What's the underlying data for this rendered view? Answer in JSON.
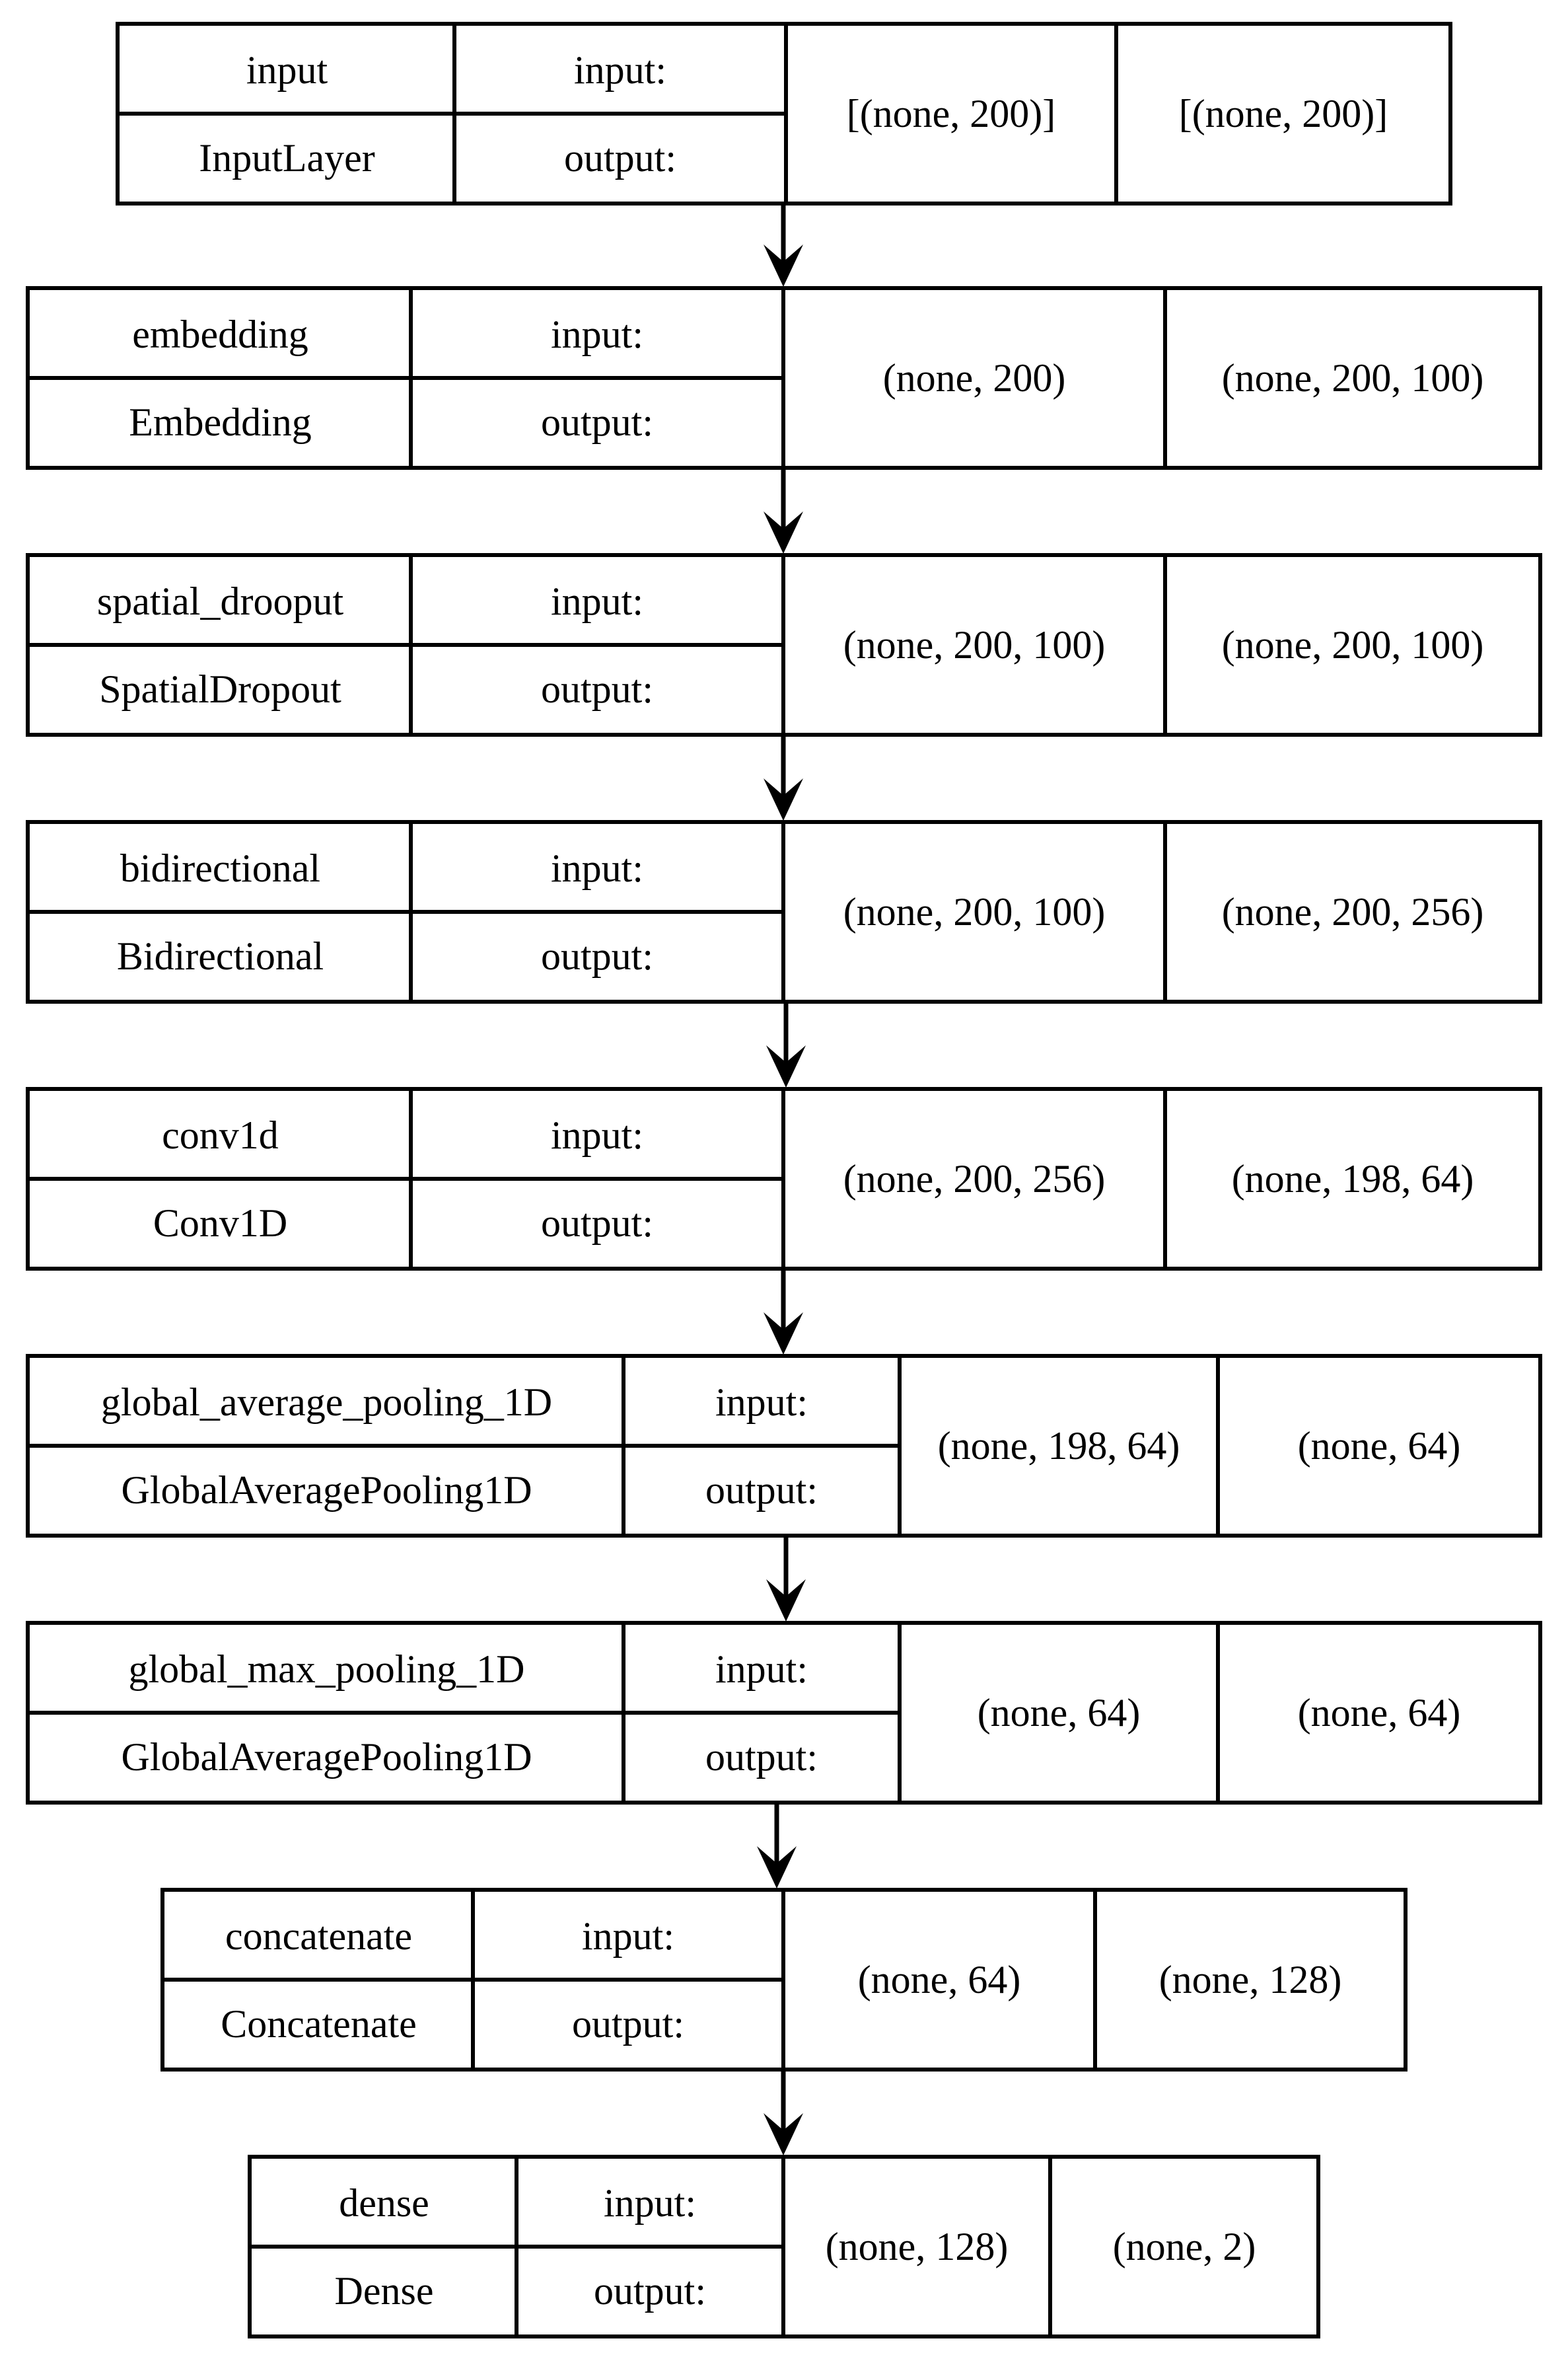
{
  "layers": [
    {
      "name": "input",
      "type": "InputLayer",
      "input_label": "input:",
      "output_label": "output:",
      "input_shape": "[(none, 200)]",
      "output_shape": "[(none, 200)]"
    },
    {
      "name": "embedding",
      "type": "Embedding",
      "input_label": "input:",
      "output_label": "output:",
      "input_shape": "(none, 200)",
      "output_shape": "(none, 200, 100)"
    },
    {
      "name": "spatial_drooput",
      "type": "SpatialDropout",
      "input_label": "input:",
      "output_label": "output:",
      "input_shape": "(none, 200, 100)",
      "output_shape": "(none, 200, 100)"
    },
    {
      "name": "bidirectional",
      "type": "Bidirectional",
      "input_label": "input:",
      "output_label": "output:",
      "input_shape": "(none, 200, 100)",
      "output_shape": "(none, 200, 256)"
    },
    {
      "name": "conv1d",
      "type": "Conv1D",
      "input_label": "input:",
      "output_label": "output:",
      "input_shape": "(none, 200, 256)",
      "output_shape": "(none, 198, 64)"
    },
    {
      "name": "global_average_pooling_1D",
      "type": "GlobalAveragePooling1D",
      "input_label": "input:",
      "output_label": "output:",
      "input_shape": "(none, 198, 64)",
      "output_shape": "(none, 64)"
    },
    {
      "name": "global_max_pooling_1D",
      "type": "GlobalAveragePooling1D",
      "input_label": "input:",
      "output_label": "output:",
      "input_shape": "(none, 64)",
      "output_shape": "(none, 64)"
    },
    {
      "name": "concatenate",
      "type": "Concatenate",
      "input_label": "input:",
      "output_label": "output:",
      "input_shape": "(none, 64)",
      "output_shape": "(none, 128)"
    },
    {
      "name": "dense",
      "type": "Dense",
      "input_label": "input:",
      "output_label": "output:",
      "input_shape": "(none, 128)",
      "output_shape": "(none, 2)"
    }
  ],
  "icons": {
    "connector": "down-arrow-icon"
  },
  "colors": {
    "stroke": "#000000",
    "background": "#ffffff"
  }
}
